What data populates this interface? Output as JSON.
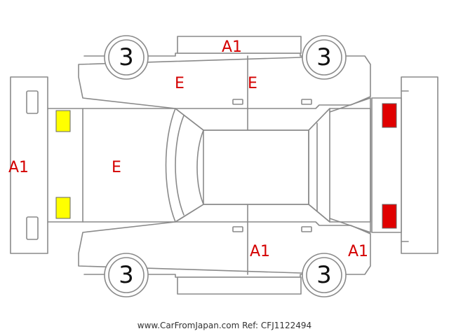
{
  "inspection_marks": {
    "roof_top": "A1",
    "front_bumper": "A1",
    "rear_left_door": "A1",
    "rear_left_quarter": "A1",
    "front_door_right": "E",
    "rear_door_right": "E",
    "hood": "E"
  },
  "tires": {
    "front_right": "3",
    "rear_right": "3",
    "front_left": "3",
    "rear_left": "3"
  },
  "lamp_colors": {
    "front": "#ffff00",
    "rear": "#e00000"
  },
  "footer": "www.CarFromJapan.com Ref: CFJ1122494"
}
